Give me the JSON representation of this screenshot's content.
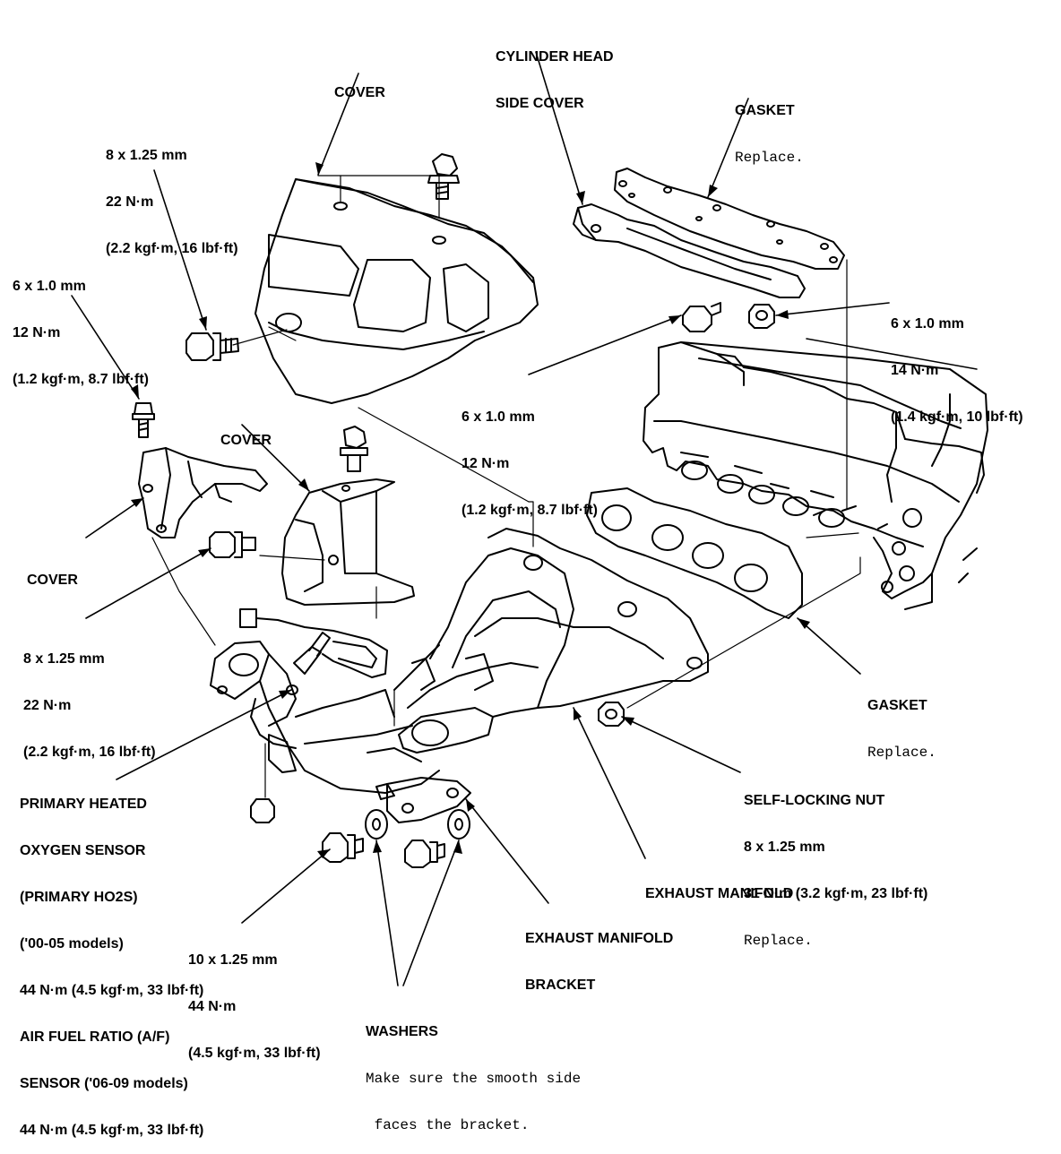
{
  "labels": {
    "cylinder_head_side_cover": {
      "lines": [
        "CYLINDER HEAD",
        "SIDE COVER"
      ]
    },
    "cover_top": {
      "lines": [
        "COVER"
      ]
    },
    "gasket_top": {
      "lines": [
        "GASKET"
      ],
      "note": "Replace."
    },
    "bolt_8x125_top": {
      "lines": [
        "8 x 1.25 mm",
        "22 N·m",
        "(2.2 kgf·m, 16 lbf·ft)"
      ]
    },
    "bolt_6x10_left": {
      "lines": [
        "6 x 1.0 mm",
        "12 N·m",
        "(1.2 kgf·m, 8.7 lbf·ft)"
      ]
    },
    "bolt_6x10_right": {
      "lines": [
        "6 x 1.0 mm",
        "14 N·m",
        "(1.4 kgf·m, 10 lbf·ft)"
      ]
    },
    "bolt_6x10_mid": {
      "lines": [
        "6 x 1.0 mm",
        "12 N·m",
        "(1.2 kgf·m, 8.7 lbf·ft)"
      ]
    },
    "cover_middle": {
      "lines": [
        "COVER"
      ]
    },
    "cover_left": {
      "lines": [
        "COVER"
      ]
    },
    "bolt_8x125_left": {
      "lines": [
        "8 x 1.25 mm",
        "22 N·m",
        "(2.2 kgf·m, 16 lbf·ft)"
      ]
    },
    "gasket_right": {
      "lines": [
        "GASKET"
      ],
      "note": "Replace."
    },
    "primary_sensor": {
      "lines": [
        "PRIMARY HEATED",
        "OXYGEN SENSOR",
        "(PRIMARY HO2S)",
        "('00-05 models)",
        "44 N·m (4.5 kgf·m, 33 lbf·ft)",
        "AIR FUEL RATIO (A/F)",
        "SENSOR ('06-09 models)",
        "44 N·m (4.5 kgf·m, 33 lbf·ft)"
      ]
    },
    "self_locking_nut": {
      "lines": [
        "SELF-LOCKING NUT",
        "8 x 1.25 mm",
        "31 N·m (3.2 kgf·m, 23 lbf·ft)"
      ],
      "note": "Replace."
    },
    "exhaust_manifold": {
      "lines": [
        "EXHAUST MANIFOLD"
      ]
    },
    "exhaust_manifold_bracket": {
      "lines": [
        "EXHAUST MANIFOLD",
        "BRACKET"
      ]
    },
    "bolt_10x125": {
      "lines": [
        "10 x 1.25 mm",
        "44 N·m",
        "(4.5 kgf·m, 33 lbf·ft)"
      ]
    },
    "washers": {
      "lines": [
        "WASHERS"
      ],
      "note_lines": [
        "Make sure the smooth side",
        " faces the bracket."
      ]
    }
  }
}
